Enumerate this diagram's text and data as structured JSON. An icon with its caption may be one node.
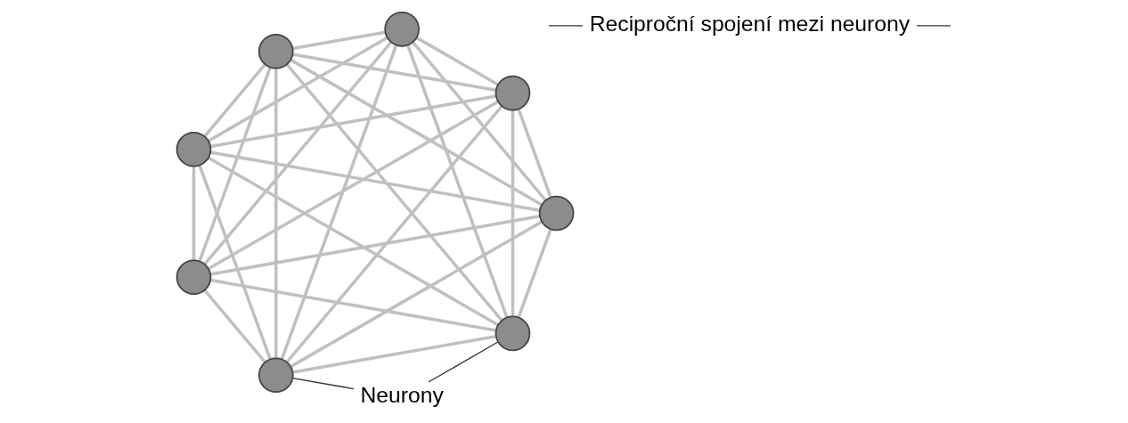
{
  "diagram": {
    "nodes": [
      {
        "text": [
          "Reciproční spojení mezi neurony"
        ]
      },
      {
        "text": [
          "Neurony"
        ]
      },
      {
        "text": [],
        "shape": "circle"
      },
      {
        "text": [],
        "shape": "circle"
      },
      {
        "text": [],
        "shape": "circle"
      },
      {
        "text": [],
        "shape": "circle"
      },
      {
        "text": [],
        "shape": "circle"
      },
      {
        "text": [],
        "shape": "circle"
      },
      {
        "text": [],
        "shape": "circle"
      },
      {
        "text": [],
        "shape": "circle"
      }
    ],
    "edges": [
      {
        "from": 0,
        "to": null,
        "arrow": "none",
        "color": "#333333"
      },
      {
        "from": 0,
        "to": null,
        "arrow": "none",
        "color": "#333333"
      },
      {
        "from": 1,
        "to": 5,
        "arrow": "none",
        "color": "#333333"
      },
      {
        "from": 1,
        "to": 7,
        "arrow": "none",
        "color": "#333333"
      },
      {
        "from": 2,
        "to": 3,
        "arrow": "none"
      },
      {
        "from": 2,
        "to": 4,
        "arrow": "none"
      },
      {
        "from": 2,
        "to": 5,
        "arrow": "none"
      },
      {
        "from": 2,
        "to": 6,
        "arrow": "none"
      },
      {
        "from": 2,
        "to": 7,
        "arrow": "none"
      },
      {
        "from": 2,
        "to": 8,
        "arrow": "none"
      },
      {
        "from": 2,
        "to": 9,
        "arrow": "none"
      },
      {
        "from": 3,
        "to": 4,
        "arrow": "none"
      },
      {
        "from": 3,
        "to": 5,
        "arrow": "none"
      },
      {
        "from": 3,
        "to": 6,
        "arrow": "none"
      },
      {
        "from": 3,
        "to": 7,
        "arrow": "none"
      },
      {
        "from": 3,
        "to": 8,
        "arrow": "none"
      },
      {
        "from": 3,
        "to": 9,
        "arrow": "none"
      },
      {
        "from": 4,
        "to": 5,
        "arrow": "none"
      },
      {
        "from": 4,
        "to": 6,
        "arrow": "none"
      },
      {
        "from": 4,
        "to": 7,
        "arrow": "none"
      },
      {
        "from": 4,
        "to": 8,
        "arrow": "none"
      },
      {
        "from": 4,
        "to": 9,
        "arrow": "none"
      },
      {
        "from": 5,
        "to": 6,
        "arrow": "none"
      },
      {
        "from": 5,
        "to": 7,
        "arrow": "none"
      },
      {
        "from": 5,
        "to": 8,
        "arrow": "none"
      },
      {
        "from": 5,
        "to": 9,
        "arrow": "none"
      },
      {
        "from": 6,
        "to": 7,
        "arrow": "none"
      },
      {
        "from": 6,
        "to": 8,
        "arrow": "none"
      },
      {
        "from": 6,
        "to": 9,
        "arrow": "none"
      },
      {
        "from": 7,
        "to": 8,
        "arrow": "none"
      },
      {
        "from": 7,
        "to": 9,
        "arrow": "none"
      },
      {
        "from": 8,
        "to": 9,
        "arrow": "none"
      }
    ]
  }
}
